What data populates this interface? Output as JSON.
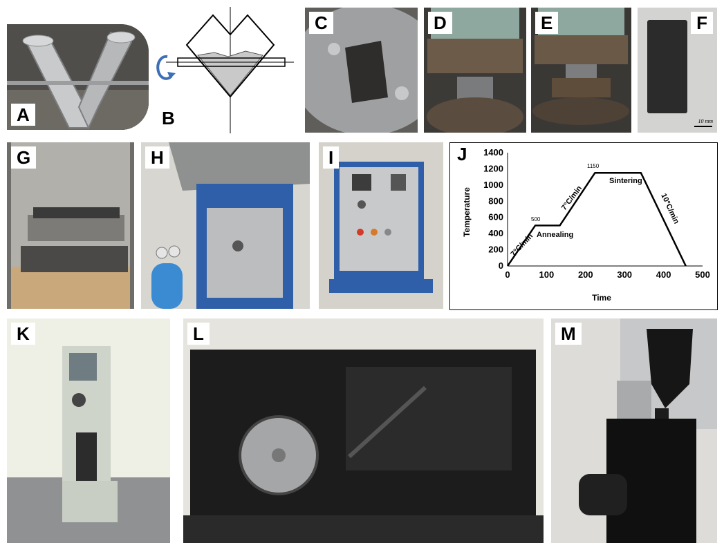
{
  "panels": {
    "A": {
      "label": "A"
    },
    "B": {
      "label": "B"
    },
    "C": {
      "label": "C"
    },
    "D": {
      "label": "D"
    },
    "E": {
      "label": "E"
    },
    "F": {
      "label": "F",
      "scale_text": "10 mm"
    },
    "G": {
      "label": "G"
    },
    "H": {
      "label": "H"
    },
    "I": {
      "label": "I"
    },
    "J": {
      "label": "J"
    },
    "K": {
      "label": "K"
    },
    "L": {
      "label": "L"
    },
    "M": {
      "label": "M"
    }
  },
  "colors": {
    "photo_dark": "#3a3a3a",
    "steel": "#8d8e90",
    "furnace_blue": "#2f5fa8",
    "gas_cylinder": "#3a8bd1",
    "arrow_blue": "#3c6fb5"
  },
  "chart_data": {
    "type": "line",
    "title": "",
    "xlabel": "Time",
    "ylabel": "Temperature",
    "xlim": [
      0,
      500
    ],
    "ylim": [
      0,
      1400
    ],
    "xticks": [
      0,
      100,
      200,
      300,
      400,
      500
    ],
    "yticks": [
      0,
      200,
      400,
      600,
      800,
      1000,
      1200,
      1400
    ],
    "grid": false,
    "series": [
      {
        "x": [
          0,
          71,
          134,
          224,
          342,
          457
        ],
        "y": [
          0,
          500,
          500,
          1150,
          1150,
          0
        ]
      }
    ],
    "annotations": {
      "annealing": "Annealing",
      "sintering": "Sintering",
      "rate1": "7°C/min",
      "rate2": "7°C/min",
      "rate3": "10°C/min",
      "val500": "500",
      "val1150": "1150"
    }
  }
}
